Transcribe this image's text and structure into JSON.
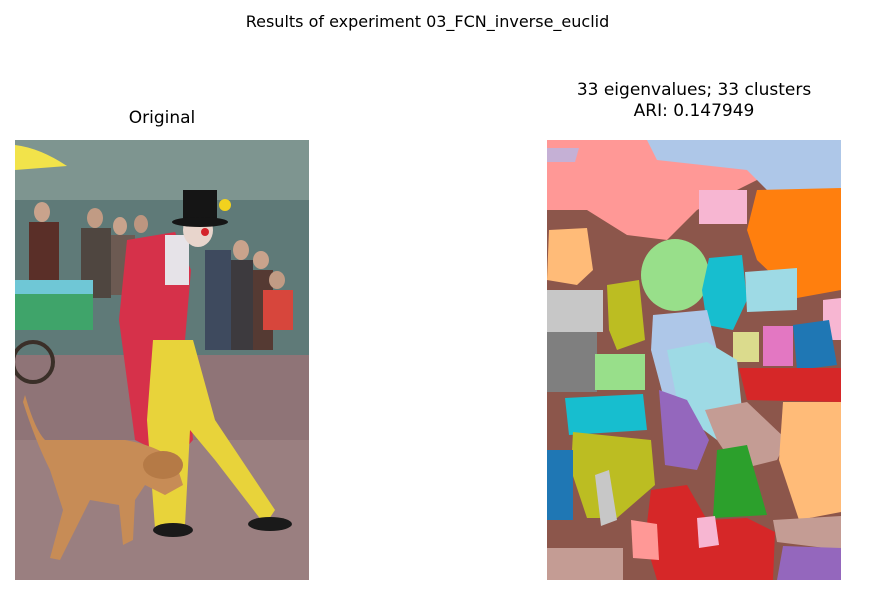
{
  "figure": {
    "suptitle": "Results of experiment 03_FCN_inverse_euclid"
  },
  "panels": {
    "original": {
      "title": "Original"
    },
    "segmentation": {
      "title_line1": "33 eigenvalues; 33 clusters",
      "title_line2": "ARI: 0.147949"
    }
  },
  "colors": {
    "background": "#ffffff",
    "text": "#000000",
    "seg_brown": "#8c564b",
    "seg_pink": "#ff9896",
    "seg_light_blue": "#aec7e8",
    "seg_orange": "#ff7f0e",
    "seg_light_orange": "#ffbb78",
    "seg_light_green": "#98df8a",
    "seg_cyan": "#17becf",
    "seg_light_cyan": "#9edae5",
    "seg_olive": "#bcbd22",
    "seg_light_olive": "#dbdb8d",
    "seg_gray": "#7f7f7f",
    "seg_light_gray": "#c7c7c7",
    "seg_light_pink": "#f7b6d2",
    "seg_magenta": "#e377c2",
    "seg_blue": "#1f77b4",
    "seg_red": "#d62728",
    "seg_purple": "#9467bd",
    "seg_light_purple": "#c5b0d5",
    "seg_green": "#2ca02c",
    "seg_tan": "#c49c94"
  }
}
